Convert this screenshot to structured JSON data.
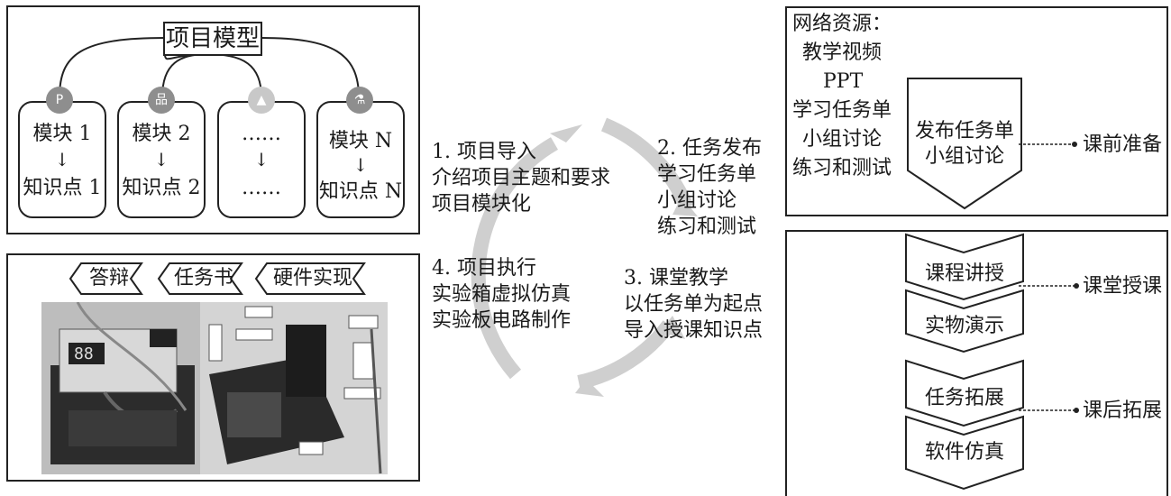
{
  "project_panel": {
    "title": "项目模型",
    "modules": [
      {
        "line1": "模块 1",
        "arrow": "↓",
        "line2": "知识点 1",
        "icon": "document-icon",
        "icon_glyph": "P"
      },
      {
        "line1": "模块 2",
        "arrow": "↓",
        "line2": "知识点 2",
        "icon": "hierarchy-icon",
        "icon_glyph": "品"
      },
      {
        "line1": "……",
        "arrow": "↓",
        "line2": "……",
        "icon": "image-icon",
        "icon_glyph": "▲"
      },
      {
        "line1": "模块 N",
        "arrow": "↓",
        "line2": "知识点 N",
        "icon": "flask-icon",
        "icon_glyph": "⚗"
      }
    ]
  },
  "output_panel": {
    "tags": [
      "答辩",
      "任务书",
      "硬件实现"
    ]
  },
  "cycle": {
    "step1": [
      "1. 项目导入",
      "介绍项目主题和要求",
      "项目模块化"
    ],
    "step2": [
      "2. 任务发布",
      "学习任务单",
      "小组讨论",
      "练习和测试"
    ],
    "step3": [
      "3. 课堂教学",
      "以任务单为起点",
      "导入授课知识点"
    ],
    "step4": [
      "4. 项目执行",
      "实验箱虚拟仿真",
      "实验板电路制作"
    ]
  },
  "prep_panel": {
    "resources_title": "网络资源：",
    "resources": [
      "教学视频",
      "PPT",
      "学习任务单",
      "小组讨论",
      "练习和测试"
    ],
    "chevron_lines": [
      "发布任务单",
      "小组讨论"
    ],
    "stage": "课前准备"
  },
  "class_panel": {
    "chevrons": [
      "课程讲授",
      "实物演示",
      "任务拓展",
      "软件仿真"
    ],
    "stages": [
      "课堂授课",
      "课后拓展"
    ]
  }
}
